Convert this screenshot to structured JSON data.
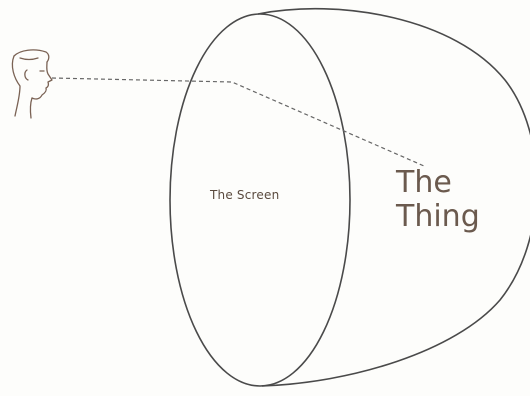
{
  "labels": {
    "screen": "The Screen",
    "thing_line1": "The",
    "thing_line2": "Thing"
  },
  "colors": {
    "outline": "#4a4a4a",
    "head": "#7a6254",
    "sightline": "#666666",
    "text": "#6b5a4e"
  },
  "icons": {
    "viewer": "viewer-head-icon"
  }
}
